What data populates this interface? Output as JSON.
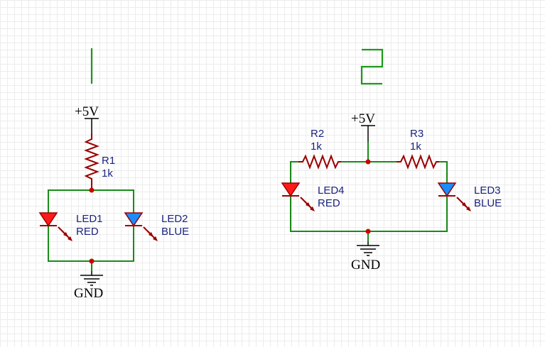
{
  "circuits": [
    {
      "id": "circuit-1",
      "number_display": "1",
      "supply_label": "+5V",
      "ground_label": "GND",
      "resistors": [
        {
          "ref": "R1",
          "value": "1k"
        }
      ],
      "leds": [
        {
          "ref": "LED1",
          "color_name": "RED",
          "fill": "#ff1a1a"
        },
        {
          "ref": "LED2",
          "color_name": "BLUE",
          "fill": "#1a8cff"
        }
      ]
    },
    {
      "id": "circuit-2",
      "number_display": "2",
      "supply_label": "+5V",
      "ground_label": "GND",
      "resistors": [
        {
          "ref": "R2",
          "value": "1k"
        },
        {
          "ref": "R3",
          "value": "1k"
        }
      ],
      "leds": [
        {
          "ref": "LED4",
          "color_name": "RED",
          "fill": "#ff1a1a"
        },
        {
          "ref": "LED3",
          "color_name": "BLUE",
          "fill": "#1a8cff"
        }
      ]
    }
  ],
  "colors": {
    "wire": "#1a8a1a",
    "component": "#9a0000",
    "junction": "#cc0000",
    "label_text": "#1a237e",
    "grid": "#ececec"
  }
}
